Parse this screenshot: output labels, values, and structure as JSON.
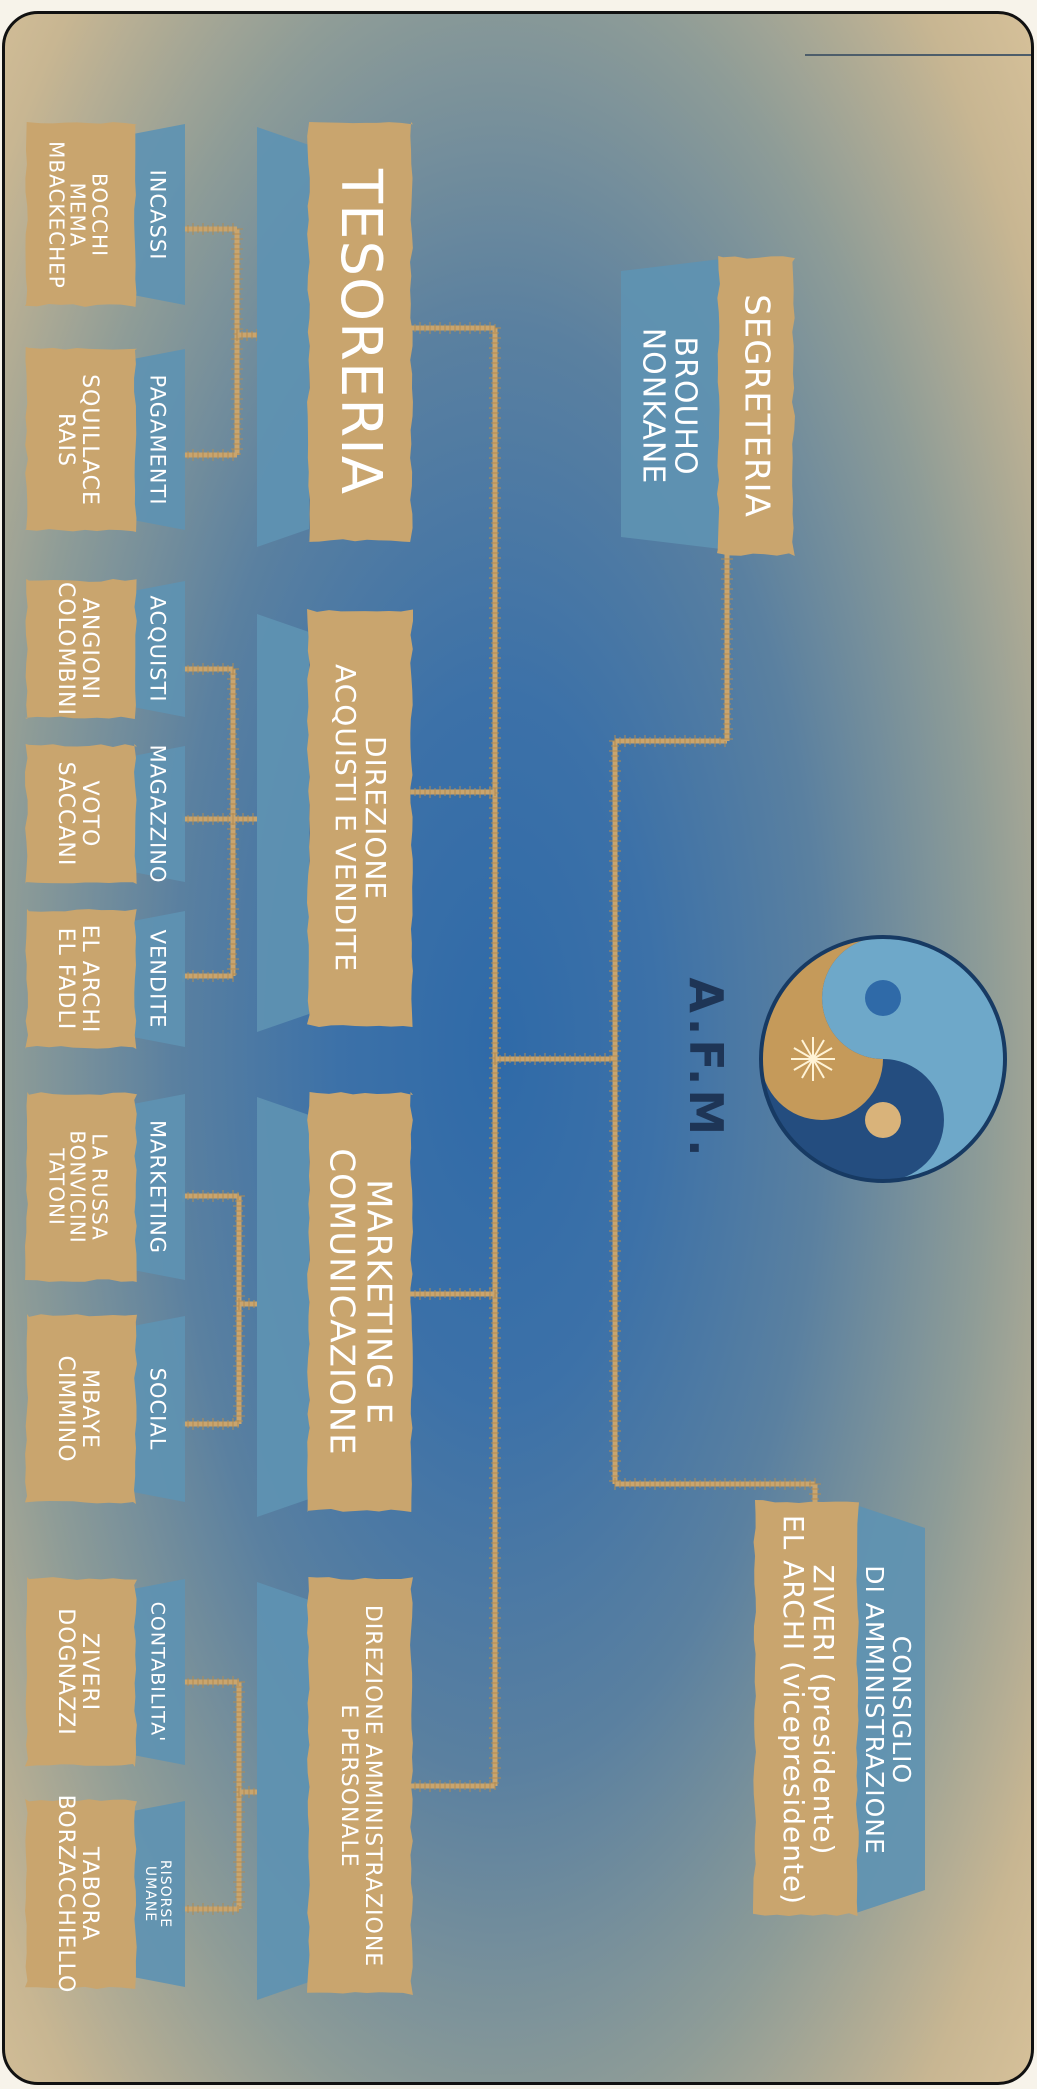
{
  "colors": {
    "tan": "#c9a56e",
    "blue": "#5e93b2",
    "line": "#c9a56e",
    "navy": "#1e3556"
  },
  "logo": {
    "text": "A.F.M.",
    "icon": "afm-emblem"
  },
  "segreteria": {
    "title": "SEGRETERIA",
    "members": "BROUHO\nNONKANE"
  },
  "consiglio": {
    "title": "CONSIGLIO\nDI AMMINISTRAZIONE",
    "members": "ZIVERI (presidente)\nEL ARCHI (vicepresidente)"
  },
  "departments": [
    {
      "title": "TESORERIA",
      "units": [
        {
          "label": "INCASSI",
          "members": "BOCCHI\nMEMA\nMBACKECHEP"
        },
        {
          "label": "PAGAMENTI",
          "members": "SQUILLACE\nRAIS"
        }
      ]
    },
    {
      "title": "DIREZIONE\nACQUISTI E VENDITE",
      "units": [
        {
          "label": "ACQUISTI",
          "members": "ANGIONI\nCOLOMBINI"
        },
        {
          "label": "MAGAZZINO",
          "members": "VOTO\nSACCANI"
        },
        {
          "label": "VENDITE",
          "members": "EL ARCHI\nEL FADLI"
        }
      ]
    },
    {
      "title": "MARKETING E\nCOMUNICAZIONE",
      "units": [
        {
          "label": "MARKETING",
          "members": "LA RUSSA\nBONVICINI\nTATONI"
        },
        {
          "label": "SOCIAL",
          "members": "MBAYE\nCIMMINO"
        }
      ]
    },
    {
      "title": "DIREZIONE AMMINISTRAZIONE\nE PERSONALE",
      "units": [
        {
          "label": "CONTABILITA'",
          "members": "ZIVERI\nDOGNAZZI"
        },
        {
          "label": "RISORSE\nUMANE",
          "members": "TABORA\nBORZACCHIELLO"
        }
      ]
    }
  ]
}
